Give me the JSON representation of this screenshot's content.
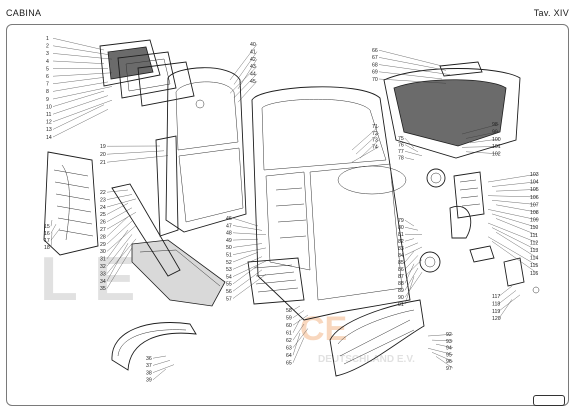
{
  "header": {
    "title": "CABINA",
    "plate": "Tav. XIV"
  },
  "watermark": {
    "line1": "CE",
    "line2": "DEUTSCHLAND E.V."
  },
  "logo": {
    "text": ""
  },
  "labels_left_col": [
    "1",
    "2",
    "3",
    "4",
    "5",
    "6",
    "7",
    "8",
    "9",
    "10",
    "11",
    "12",
    "13",
    "14"
  ],
  "labels_left_low": [
    "15",
    "16",
    "17",
    "18"
  ],
  "labels_door_hinge": [
    "19",
    "20",
    "21"
  ],
  "labels_window": [
    "22",
    "23",
    "24",
    "25",
    "26",
    "27",
    "28",
    "29",
    "30",
    "31",
    "32",
    "33",
    "34",
    "35"
  ],
  "labels_fender": [
    "36",
    "37",
    "38",
    "39"
  ],
  "labels_door_top": [
    "40",
    "41",
    "42",
    "43",
    "44",
    "45"
  ],
  "labels_mid": [
    "46",
    "47",
    "48",
    "49",
    "50",
    "51",
    "52",
    "53",
    "54",
    "55",
    "56",
    "57"
  ],
  "labels_floor": [
    "58",
    "59",
    "60",
    "61",
    "62",
    "63",
    "64",
    "65"
  ],
  "labels_roof": [
    "66",
    "67",
    "68",
    "69",
    "70"
  ],
  "labels_center": [
    "71",
    "72",
    "73",
    "74"
  ],
  "labels_windshield": [
    "75",
    "76",
    "77",
    "78"
  ],
  "labels_center_low": [
    "79",
    "80",
    "81",
    "82",
    "83",
    "84",
    "85",
    "86",
    "87",
    "88",
    "89",
    "90",
    "91"
  ],
  "labels_tray": [
    "92",
    "93",
    "94",
    "95",
    "96",
    "97"
  ],
  "labels_right_top": [
    "98",
    "99",
    "100",
    "101",
    "102"
  ],
  "labels_right_col": [
    "103",
    "104",
    "105",
    "106",
    "107",
    "108",
    "109",
    "110",
    "111",
    "112",
    "113",
    "114",
    "115",
    "116"
  ],
  "labels_right_low": [
    "117",
    "118",
    "119",
    "120"
  ]
}
